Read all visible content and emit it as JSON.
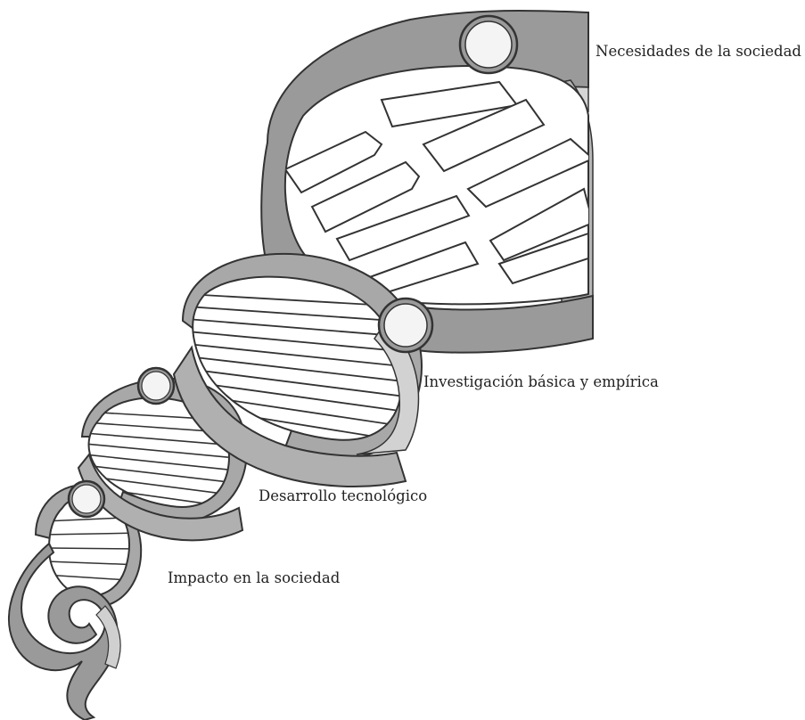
{
  "diagram": {
    "stages": [
      {
        "id": "needs",
        "label": "Necesidades de la sociedad"
      },
      {
        "id": "research",
        "label": "Investigación básica y empírica"
      },
      {
        "id": "tech",
        "label": "Desarrollo tecnológico"
      },
      {
        "id": "impact",
        "label": "Impacto en la sociedad"
      }
    ]
  },
  "colors": {
    "ribbon": "#9a9a9a",
    "ribbon_light": "#cfcfcf",
    "outline": "#333333",
    "background": "#ffffff",
    "node_fill": "#f4f4f4"
  }
}
